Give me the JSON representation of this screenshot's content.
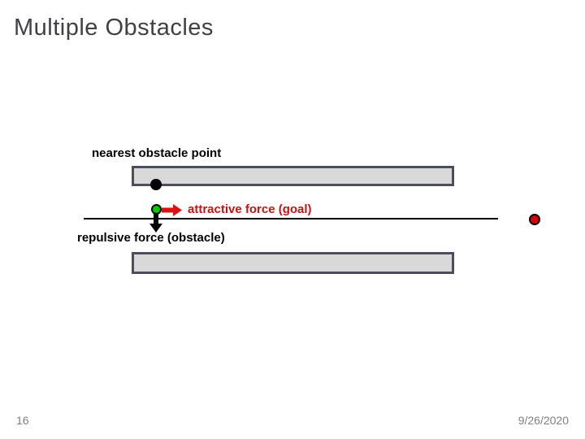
{
  "slide": {
    "title": "Multiple Obstacles",
    "page_number": "16",
    "date": "9/26/2020"
  },
  "diagram": {
    "labels": {
      "nearest_obstacle_point": "nearest obstacle point",
      "attractive_force": "attractive force (goal)",
      "repulsive_force": "repulsive force (obstacle)"
    },
    "markers": {
      "nearest_obstacle_point_marker": "black-dot",
      "robot_point_marker": "green-dot",
      "goal_point_marker": "red-dot"
    },
    "arrows": {
      "attractive_force_arrow": "red-right-arrow",
      "repulsive_force_arrow": "black-down-arrow"
    }
  },
  "theme": {
    "slide-bg": "#ffffff",
    "title-color": "#3f4048",
    "label-color": "#000000",
    "force-red": "#dd1111",
    "attractive-text-red": "#cc1111",
    "marker-green": "#00cc00",
    "marker-red": "#dd0000",
    "obstacle-fill": "#d9d9d9",
    "obstacle-border": "#4c4e5e",
    "footer-color": "#808080",
    "line-color": "#000000"
  }
}
